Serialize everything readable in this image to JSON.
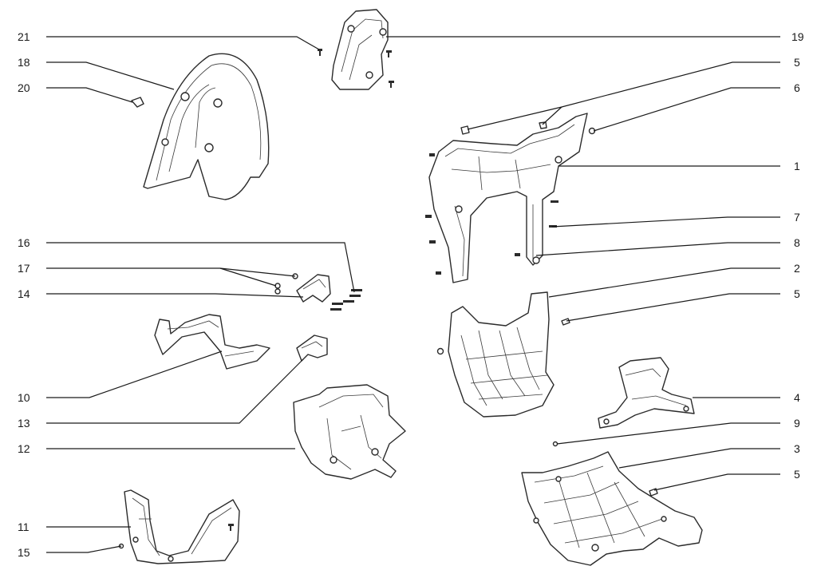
{
  "callouts_left": [
    "21",
    "18",
    "20",
    "16",
    "17",
    "14",
    "10",
    "13",
    "12",
    "11",
    "15"
  ],
  "callouts_right": [
    "19",
    "5",
    "6",
    "1",
    "7",
    "8",
    "2",
    "5",
    "4",
    "9",
    "3",
    "5"
  ]
}
